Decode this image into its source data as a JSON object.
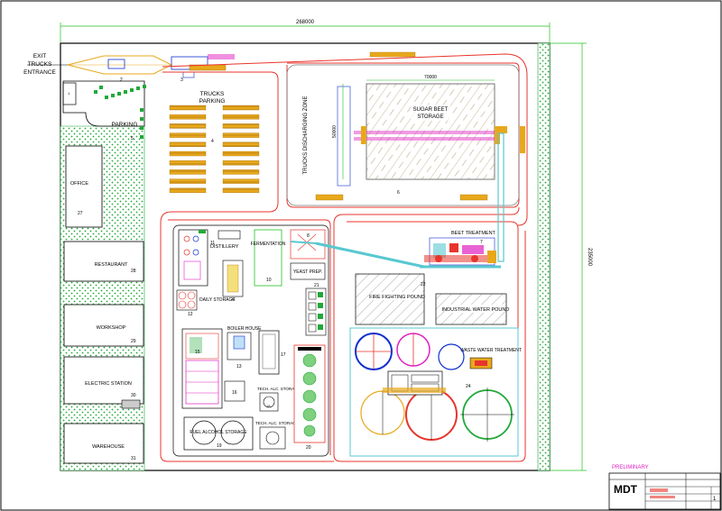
{
  "title_block": {
    "status": "PRELIMINARY",
    "company": "MDT",
    "sheet": "1"
  },
  "dimensions": {
    "overall_width": "268000",
    "overall_height": "235000",
    "storage_width": "70000",
    "storage_height": "50000"
  },
  "labels": {
    "exit_line1": "EXIT",
    "exit_line2": "TRUCKS",
    "exit_line3": "ENTRANCE",
    "trucks_parking_line1": "TRUCKS",
    "trucks_parking_line2": "PARKING",
    "parking": "PARKING",
    "trucks_discharging": "TRUCKS DISCHARGING ZONE",
    "sugar_beet_line1": "SUGAR BEET",
    "sugar_beet_line2": "STORAGE",
    "office": "OFFICE",
    "restaurant": "RESTAURANT",
    "workshop": "WORKSHOP",
    "electric_station": "ELECTRIC STATION",
    "warehouse": "WAREHOUSE",
    "distillery": "DISTILLERY",
    "fermentation": "FERMENTATION",
    "yeast_prep": "YEAST PREP.",
    "beet_treatment": "BEET TREATMENT",
    "fire_fighting_pound": "FIRE FIGHTING POUND",
    "industrial_water_pound": "INDUSTRIAL WATER POUND",
    "daily_storage": "DAILY STORAGE",
    "boiler_house": "BOILER HOUSE",
    "tech_alc_storage_1": "TECH. ALC. STORAGE",
    "tech_alc_storage_2": "TECH. ALC. STORAGE",
    "fuel_alcohol_storage": "FUEL ALCOHOL STORAGE",
    "waste_water_treatment": "WASTE WATER TREATMENT"
  },
  "numbers": {
    "n2": "2",
    "n3": "3",
    "n4": "4",
    "n5": "5",
    "n6": "6",
    "n7": "7",
    "n8": "8",
    "n10": "10",
    "n11": "11",
    "n12": "12",
    "n13": "13",
    "n15": "15",
    "n16": "16",
    "n17": "17",
    "n18": "18",
    "n19": "19",
    "n20": "20",
    "n21": "21",
    "n22": "22",
    "n24": "24",
    "n26": "26",
    "n27": "27",
    "n28": "28",
    "n29": "29",
    "n30": "30",
    "n31": "31"
  },
  "colors": {
    "road": "#e8342c",
    "green_hatch": "#21a839",
    "dimension": "#20c020",
    "parking_bay": "#e8a81c",
    "pipe_cyan": "#58c8d0",
    "magenta": "#e020c0",
    "blue": "#1030d0"
  }
}
